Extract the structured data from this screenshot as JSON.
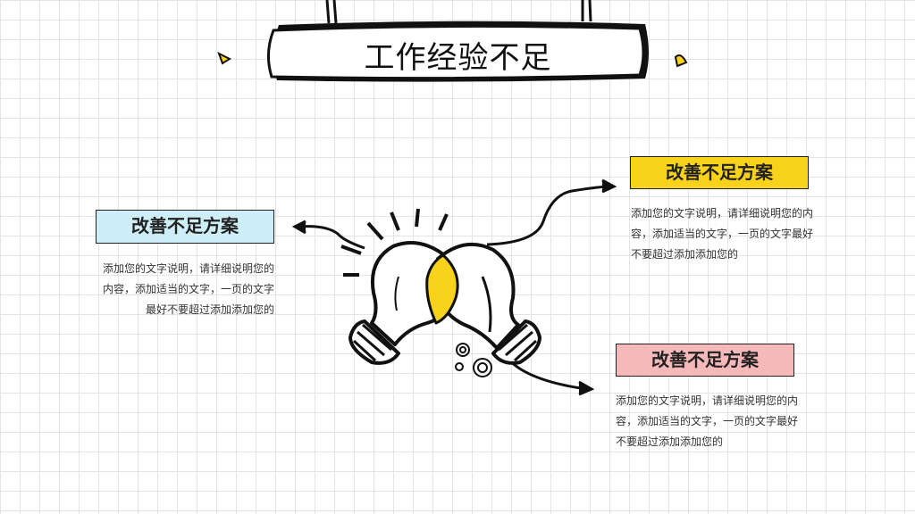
{
  "title": "工作经验不足",
  "sections": [
    {
      "label": "改善不足方案",
      "lines": [
        "添加您的文字说明，请详细说明您的",
        "内容，添加适当的文字，一页的文字",
        "最好不要超过添加添加您的"
      ]
    },
    {
      "label": "改善不足方案",
      "lines": [
        "添加您的文字说明，请详细说明您的内",
        "容，添加适当的文字，一页的文字最好",
        "不要超过添加添加您的"
      ]
    },
    {
      "label": "改善不足方案",
      "lines": [
        "添加您的文字说明，请详细说明您的内",
        "容，添加适当的文字，一页的文字最好",
        "不要超过添加添加您的"
      ]
    }
  ],
  "colors": {
    "accent_yellow": "#f8d21b",
    "accent_blue": "#cdeef6",
    "accent_pink": "#f5b9ba",
    "ink": "#111111"
  }
}
